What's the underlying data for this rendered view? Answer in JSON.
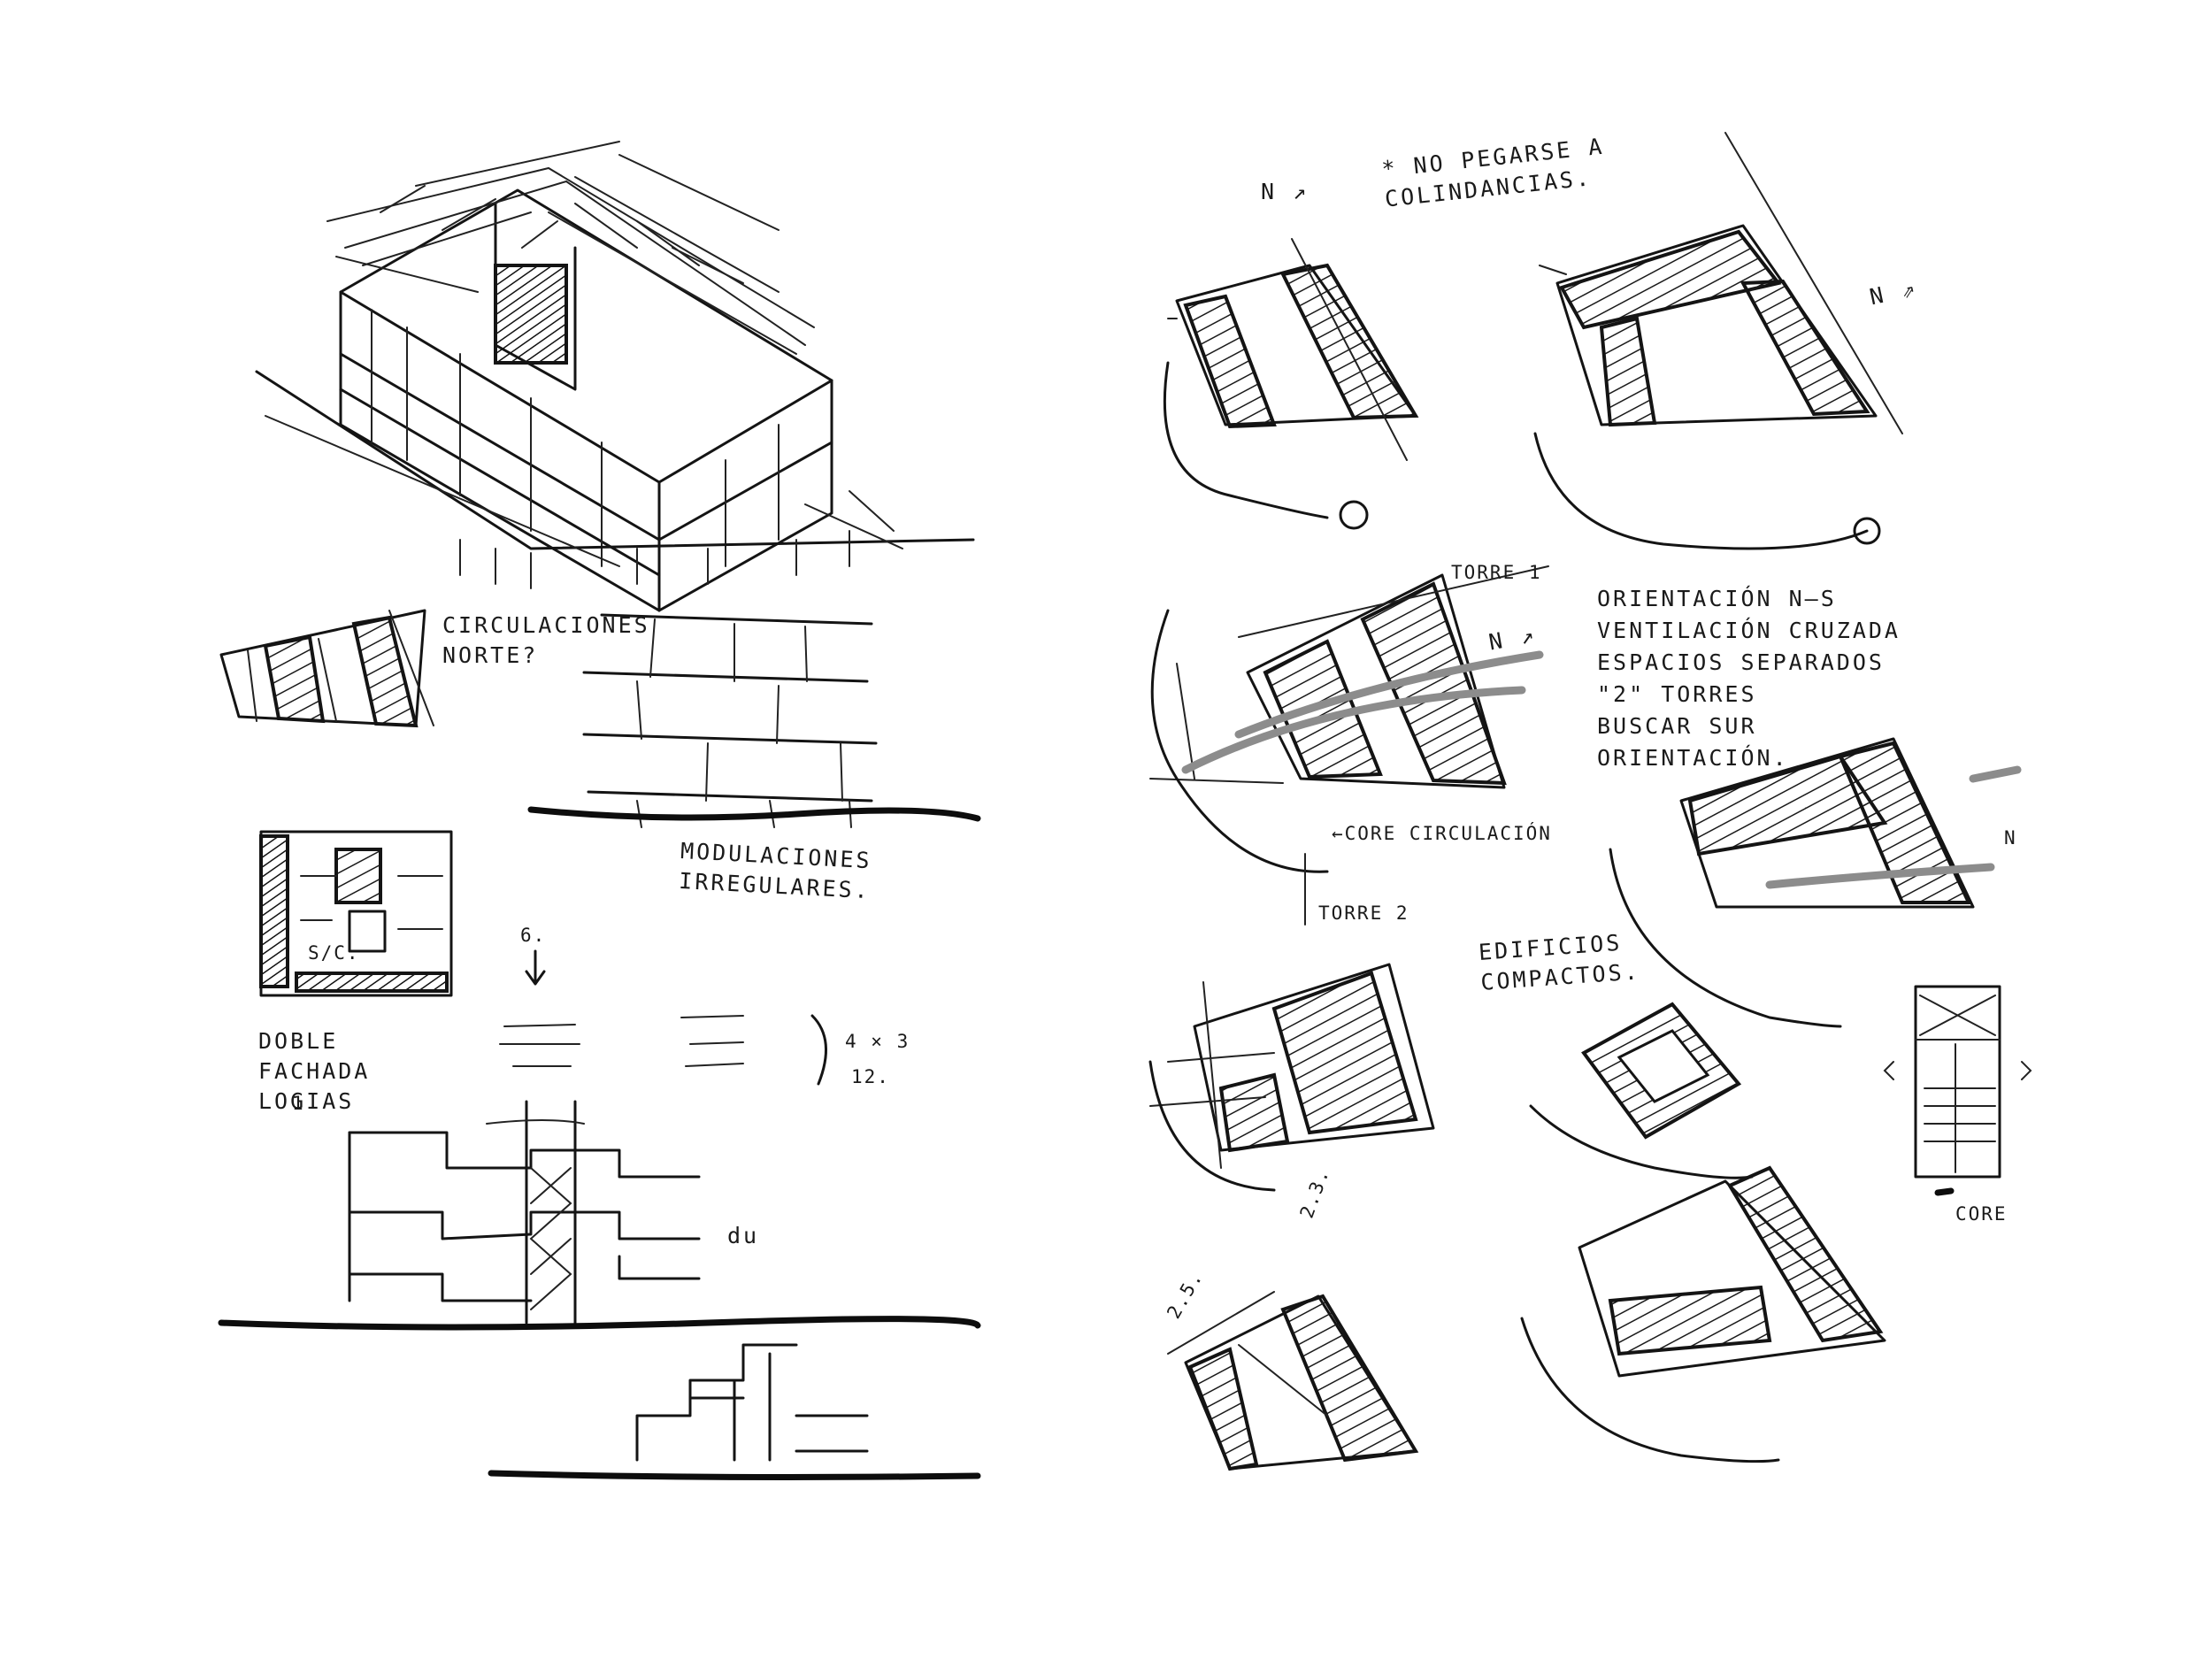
{
  "left_sheet": {
    "label_circulaciones": "CIRCULACIONES NORTE?",
    "label_modulaciones": "MODULACIONES IRREGULARES.",
    "label_sc": "S/C.",
    "label_six": "6.",
    "label_doble": "DOBLE FACHADA LOGIAS",
    "label_formula": "4 × 3",
    "label_total": "12.",
    "label_du": "du",
    "label_one": "1"
  },
  "right_sheet": {
    "label_north_1": "N ↗",
    "label_note": "* NO PEGARSE A COLINDANCIAS.",
    "label_north_2": "N ⇗",
    "label_torre1": "TORRE 1",
    "label_north_3": "N ↗",
    "label_orientacion": "ORIENTACIÓN N–S",
    "label_ventilacion": "VENTILACIÓN CRUZADA",
    "label_espacios": "ESPACIOS SEPARADOS",
    "label_torres": "\"2\" TORRES",
    "label_buscar": "BUSCAR SUR",
    "label_orientacion2": "ORIENTACIÓN.",
    "label_core": "←CORE CIRCULACIÓN",
    "label_torre2": "TORRE 2",
    "label_north_4": "N",
    "label_edificios": "EDIFICIOS COMPACTOS.",
    "label_core2": "CORE",
    "label_scale": "2.3.",
    "label_scale2": "2.5."
  }
}
